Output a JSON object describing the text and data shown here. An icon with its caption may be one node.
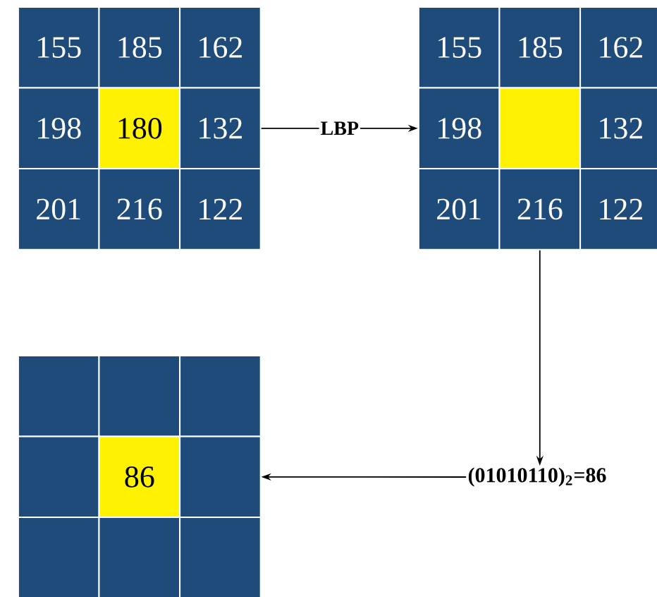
{
  "diagram": {
    "nodes": [
      {
        "text": [
          "155"
        ]
      },
      {
        "text": [
          "185"
        ]
      },
      {
        "text": [
          "162"
        ]
      },
      {
        "text": [
          "198"
        ]
      },
      {
        "text": [
          "180"
        ]
      },
      {
        "text": [
          "132"
        ]
      },
      {
        "text": [
          "201"
        ]
      },
      {
        "text": [
          "216"
        ]
      },
      {
        "text": [
          "122"
        ]
      },
      {
        "text": [
          "155"
        ]
      },
      {
        "text": [
          "185"
        ]
      },
      {
        "text": [
          "162"
        ]
      },
      {
        "text": [
          "198"
        ]
      },
      {
        "text": [],
        "shape": "box"
      },
      {
        "text": [
          "132"
        ]
      },
      {
        "text": [
          "201"
        ]
      },
      {
        "text": [
          "216"
        ]
      },
      {
        "text": [
          "122"
        ]
      },
      {
        "text": [
          "(01010110)$_{2}$=86"
        ]
      },
      {
        "text": [],
        "shape": "box"
      },
      {
        "text": [],
        "shape": "box"
      },
      {
        "text": [],
        "shape": "box"
      },
      {
        "text": [],
        "shape": "box"
      },
      {
        "text": [
          "86"
        ]
      },
      {
        "text": [],
        "shape": "box"
      },
      {
        "text": [],
        "shape": "box"
      },
      {
        "text": [],
        "shape": "box"
      },
      {
        "text": [],
        "shape": "box"
      }
    ],
    "edges": [
      {
        "from": 5,
        "to": 12,
        "arrow": "to",
        "label": "LBP"
      },
      {
        "from": 16,
        "to": 18,
        "arrow": "to"
      },
      {
        "from": 18,
        "to": 24,
        "arrow": "to"
      }
    ]
  }
}
